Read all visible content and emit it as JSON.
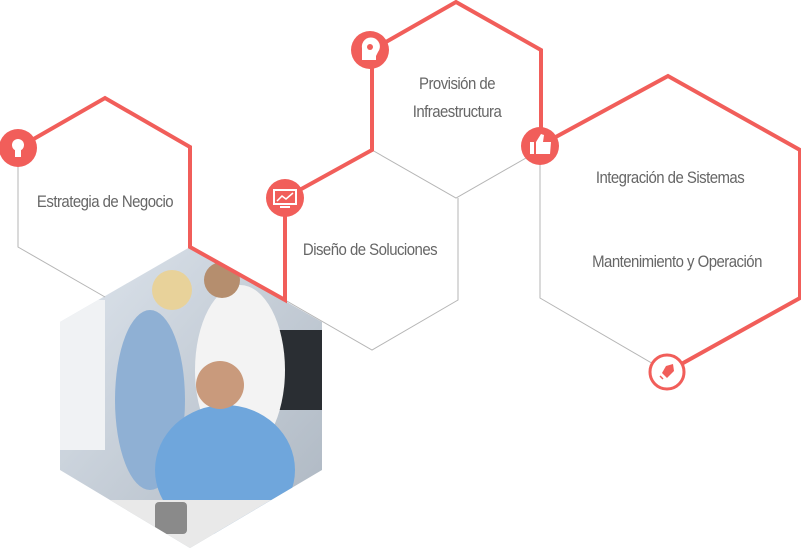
{
  "colors": {
    "accent": "#f15e5a",
    "gray_line": "#b5b5b5",
    "text": "#666666"
  },
  "steps": [
    {
      "label": "Estrategia de Negocio",
      "icon": "lightbulb-icon"
    },
    {
      "label": "Diseño de Soluciones",
      "icon": "chart-monitor-icon"
    },
    {
      "label": "Provisión de Infraestructura",
      "line1": "Provisión de",
      "line2": "Infraestructura",
      "icon": "gears-head-icon"
    },
    {
      "label": "Integración de Sistemas",
      "icon": "thumbs-up-icon"
    },
    {
      "label": "Mantenimiento y Operación",
      "icon": "rocket-icon"
    }
  ]
}
